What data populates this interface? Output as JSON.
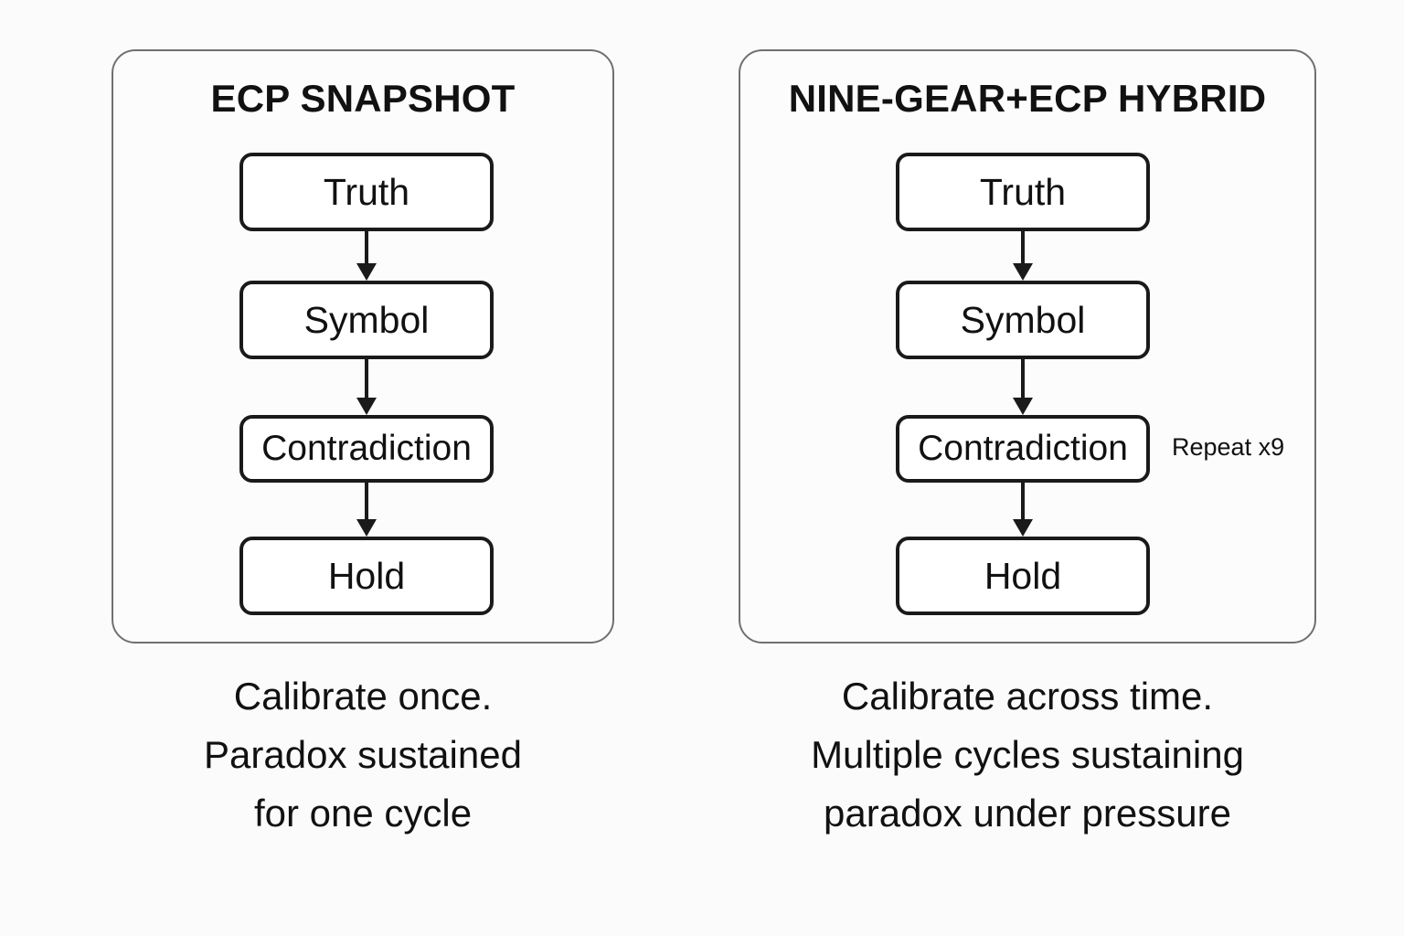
{
  "background_color": "#fbfbfb",
  "panel_border_color": "#707070",
  "node_border_color": "#1a1a1a",
  "text_color": "#111111",
  "panels": [
    {
      "title": "ECP SNAPSHOT",
      "nodes": [
        {
          "label": "Truth"
        },
        {
          "label": "Symbol"
        },
        {
          "label": "Contradiction"
        },
        {
          "label": "Hold"
        }
      ],
      "annotation": "",
      "caption": {
        "lines": [
          "Calibrate once.",
          "Paradox sustained",
          "for one cycle"
        ]
      }
    },
    {
      "title": "NINE-GEAR+ECP HYBRID",
      "nodes": [
        {
          "label": "Truth"
        },
        {
          "label": "Symbol"
        },
        {
          "label": "Contradiction"
        },
        {
          "label": "Hold"
        }
      ],
      "annotation": "Repeat x9",
      "caption": {
        "lines": [
          "Calibrate across time.",
          "Multiple cycles sustaining",
          "paradox under pressure"
        ]
      }
    }
  ]
}
